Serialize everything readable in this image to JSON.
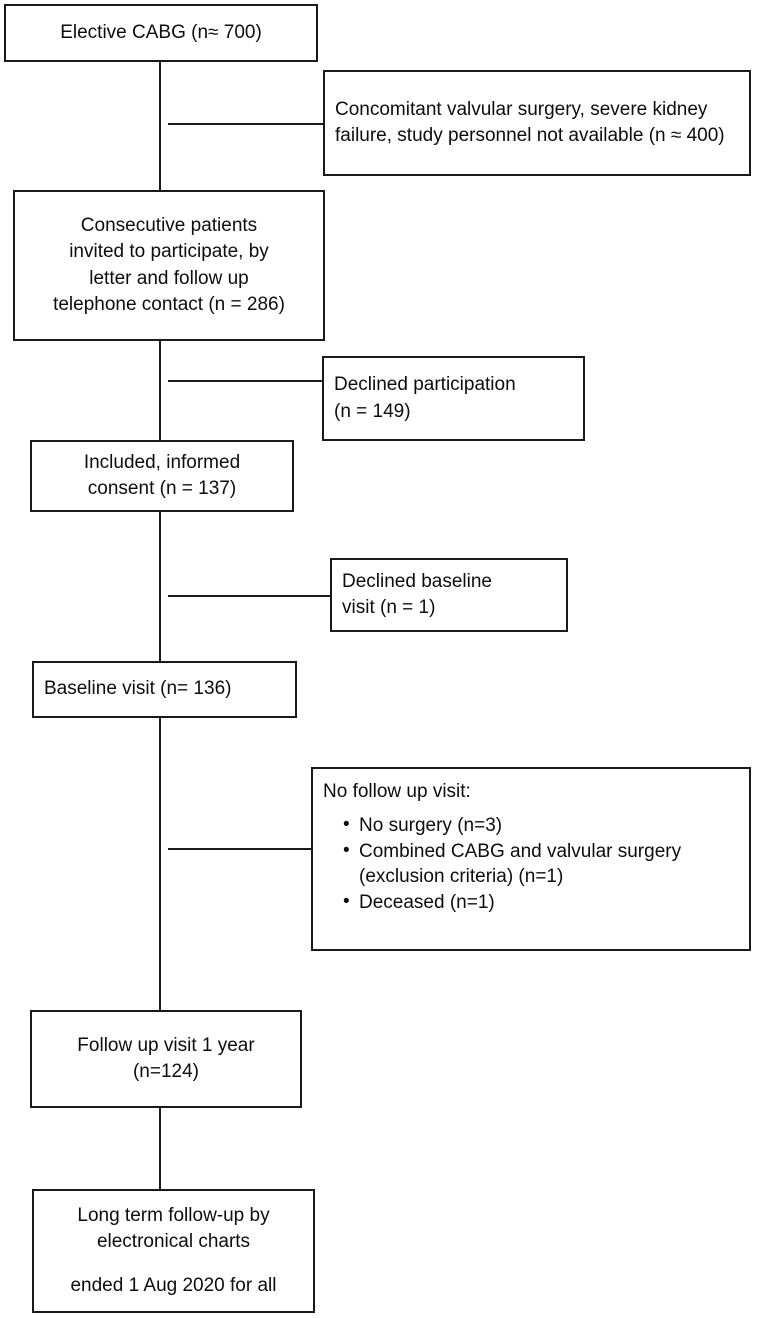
{
  "chart_data": {
    "type": "diagram",
    "diagram_kind": "consort-participant-flow",
    "title": "CONSORT participant flow diagram",
    "nodes": [
      {
        "id": "eligible",
        "label": "Elective CABG (n≈ 700)",
        "n": 700,
        "kind": "main"
      },
      {
        "id": "excluded-screening",
        "label": "Concomitant valvular surgery, severe kidney failure, study personnel not available (n ≈ 400)",
        "n": 400,
        "kind": "exclusion"
      },
      {
        "id": "invited",
        "label": "Consecutive patients invited to participate, by letter and follow up telephone contact (n = 286)",
        "n": 286,
        "kind": "main"
      },
      {
        "id": "declined-participation",
        "label": "Declined participation (n = 149)",
        "n": 149,
        "kind": "exclusion"
      },
      {
        "id": "included",
        "label": "Included, informed consent (n = 137)",
        "n": 137,
        "kind": "main"
      },
      {
        "id": "declined-baseline",
        "label": "Declined baseline visit (n = 1)",
        "n": 1,
        "kind": "exclusion"
      },
      {
        "id": "baseline",
        "label": "Baseline visit (n= 136)",
        "n": 136,
        "kind": "main"
      },
      {
        "id": "no-follow-up",
        "label": "No follow up visit: No surgery (n=3); Combined CABG and valvular surgery (exclusion criteria) (n=1); Deceased (n=1)",
        "n": 5,
        "kind": "exclusion"
      },
      {
        "id": "followup-1year",
        "label": "Follow up visit 1 year (n=124)",
        "n": 124,
        "kind": "main"
      },
      {
        "id": "long-term",
        "label": "Long term follow-up by electronical charts ended 1 Aug 2020 for all",
        "n": null,
        "kind": "main"
      }
    ],
    "edges": [
      {
        "from": "eligible",
        "to": "invited"
      },
      {
        "from": "eligible",
        "to": "excluded-screening"
      },
      {
        "from": "invited",
        "to": "included"
      },
      {
        "from": "invited",
        "to": "declined-participation"
      },
      {
        "from": "included",
        "to": "baseline"
      },
      {
        "from": "included",
        "to": "declined-baseline"
      },
      {
        "from": "baseline",
        "to": "followup-1year"
      },
      {
        "from": "baseline",
        "to": "no-follow-up"
      },
      {
        "from": "followup-1year",
        "to": "long-term"
      }
    ]
  },
  "colors": {
    "border": "#1a1a1a",
    "text": "#0d0d0d",
    "background": "#ffffff",
    "connector": "#1a1a1a"
  },
  "boxes": {
    "eligible": {
      "text": "Elective CABG (n≈ 700)"
    },
    "excluded_screening": {
      "text": "Concomitant valvular surgery, severe kidney failure, study personnel not available (n ≈ 400)"
    },
    "invited": {
      "text": "Consecutive patients\ninvited to participate, by\nletter and follow up\ntelephone contact (n = 286)"
    },
    "declined_participation": {
      "text": "Declined participation\n(n = 149)"
    },
    "included": {
      "text": "Included, informed\nconsent (n = 137)"
    },
    "declined_baseline": {
      "text": "Declined baseline\nvisit (n = 1)"
    },
    "baseline": {
      "text": "Baseline visit (n= 136)"
    },
    "no_follow_up": {
      "title": "No follow up visit:",
      "bullets": [
        "No surgery (n=3)",
        "Combined CABG and valvular surgery (exclusion criteria) (n=1)",
        "Deceased (n=1)"
      ]
    },
    "followup_1year": {
      "text": "Follow up visit 1 year\n(n=124)"
    },
    "long_term": {
      "line1": "Long term follow-up by\nelectronical charts",
      "line2": "ended 1 Aug 2020 for all"
    }
  }
}
